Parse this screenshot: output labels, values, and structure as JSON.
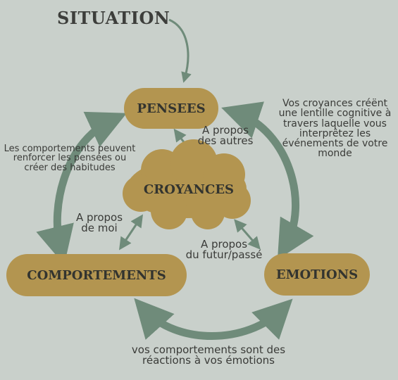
{
  "situation": "SITUATION",
  "nodes": {
    "pensees": "PENSEES",
    "croyances": "CROYANCES",
    "comportements": "COMPORTEMENTS",
    "emotions": "EMOTIONS"
  },
  "notes": {
    "about_others": [
      "A propos",
      "des autres"
    ],
    "about_me": [
      "A propos",
      "de moi"
    ],
    "about_future_past": [
      "A propos",
      "du futur/passé"
    ],
    "beliefs_lens": [
      "Vos croyances créënt",
      "une lentille cognitive à",
      "travers laquelle vous",
      "interprêtez les",
      "événements de votre",
      "monde"
    ],
    "behaviors_reinforce": [
      "Les comportements peuvent",
      "renforcer les pensées ou",
      "créer des habitudes"
    ],
    "behaviors_reactions": [
      "vos comportements sont des",
      "réactions à vos émotions"
    ]
  },
  "colors": {
    "background": "#c9d0cb",
    "node_fill": "#b39550",
    "arrow": "#6f8b7a",
    "text": "#33342f"
  }
}
